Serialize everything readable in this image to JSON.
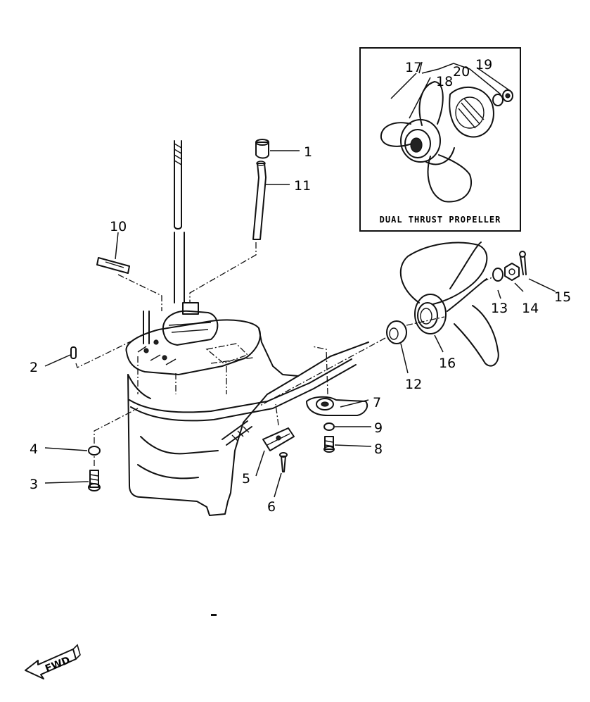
{
  "parts": [
    {
      "number": "1"
    },
    {
      "number": "2"
    },
    {
      "number": "3"
    },
    {
      "number": "4"
    },
    {
      "number": "5"
    },
    {
      "number": "6"
    },
    {
      "number": "7"
    },
    {
      "number": "8"
    },
    {
      "number": "9"
    },
    {
      "number": "10"
    },
    {
      "number": "11"
    },
    {
      "number": "12"
    },
    {
      "number": "13"
    },
    {
      "number": "14"
    },
    {
      "number": "15"
    },
    {
      "number": "16"
    },
    {
      "number": "17"
    },
    {
      "number": "18"
    },
    {
      "number": "19"
    },
    {
      "number": "20"
    }
  ],
  "inset": {
    "caption": "DUAL THRUST PROPELLER"
  },
  "direction_badge": {
    "label": "FWD"
  }
}
